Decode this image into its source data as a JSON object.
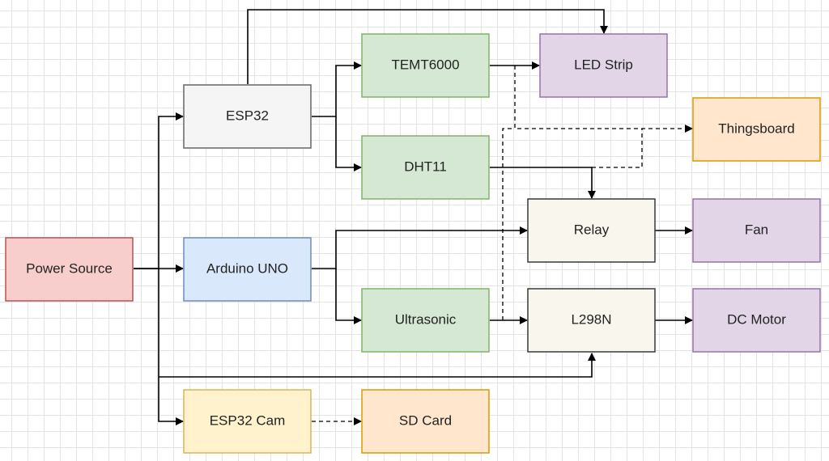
{
  "nodes": {
    "power_source": {
      "label": "Power Source",
      "fill": "#f8cecc",
      "stroke": "#b85450"
    },
    "esp32": {
      "label": "ESP32",
      "fill": "#f5f5f5",
      "stroke": "#666666"
    },
    "arduino_uno": {
      "label": "Arduino UNO",
      "fill": "#dae8fc",
      "stroke": "#6c8ebf"
    },
    "esp32_cam": {
      "label": "ESP32 Cam",
      "fill": "#fff2cc",
      "stroke": "#d6b656"
    },
    "temt6000": {
      "label": "TEMT6000",
      "fill": "#d5e8d4",
      "stroke": "#82b366"
    },
    "dht11": {
      "label": "DHT11",
      "fill": "#d5e8d4",
      "stroke": "#82b366"
    },
    "ultrasonic": {
      "label": "Ultrasonic",
      "fill": "#d5e8d4",
      "stroke": "#82b366"
    },
    "sd_card": {
      "label": "SD Card",
      "fill": "#ffe6cc",
      "stroke": "#d79b00"
    },
    "led_strip": {
      "label": "LED Strip",
      "fill": "#e1d5e7",
      "stroke": "#9673a6"
    },
    "thingsboard": {
      "label": "Thingsboard",
      "fill": "#ffe6cc",
      "stroke": "#d79b00"
    },
    "relay": {
      "label": "Relay",
      "fill": "#f9f7ed",
      "stroke": "#36393d"
    },
    "l298n": {
      "label": "L298N",
      "fill": "#f9f7ed",
      "stroke": "#36393d"
    },
    "fan": {
      "label": "Fan",
      "fill": "#e1d5e7",
      "stroke": "#9673a6"
    },
    "dc_motor": {
      "label": "DC Motor",
      "fill": "#e1d5e7",
      "stroke": "#9673a6"
    }
  },
  "connections": [
    {
      "from": "Power Source",
      "to": "ESP32",
      "style": "solid"
    },
    {
      "from": "Power Source",
      "to": "Arduino UNO",
      "style": "solid"
    },
    {
      "from": "Power Source",
      "to": "ESP32 Cam",
      "style": "solid"
    },
    {
      "from": "Power Source",
      "to": "L298N",
      "style": "solid"
    },
    {
      "from": "ESP32",
      "to": "LED Strip",
      "style": "solid"
    },
    {
      "from": "ESP32",
      "to": "TEMT6000",
      "style": "solid"
    },
    {
      "from": "ESP32",
      "to": "DHT11",
      "style": "solid"
    },
    {
      "from": "TEMT6000",
      "to": "LED Strip",
      "style": "solid"
    },
    {
      "from": "TEMT6000",
      "to": "Thingsboard",
      "style": "dashed"
    },
    {
      "from": "DHT11",
      "to": "Relay",
      "style": "solid"
    },
    {
      "from": "DHT11",
      "to": "Thingsboard",
      "style": "dashed"
    },
    {
      "from": "Arduino UNO",
      "to": "Relay",
      "style": "solid"
    },
    {
      "from": "Arduino UNO",
      "to": "Ultrasonic",
      "style": "solid"
    },
    {
      "from": "Ultrasonic",
      "to": "L298N",
      "style": "solid"
    },
    {
      "from": "Ultrasonic",
      "to": "Thingsboard",
      "style": "dashed"
    },
    {
      "from": "Relay",
      "to": "Fan",
      "style": "solid"
    },
    {
      "from": "L298N",
      "to": "DC Motor",
      "style": "solid"
    },
    {
      "from": "ESP32 Cam",
      "to": "SD Card",
      "style": "dashed"
    }
  ]
}
